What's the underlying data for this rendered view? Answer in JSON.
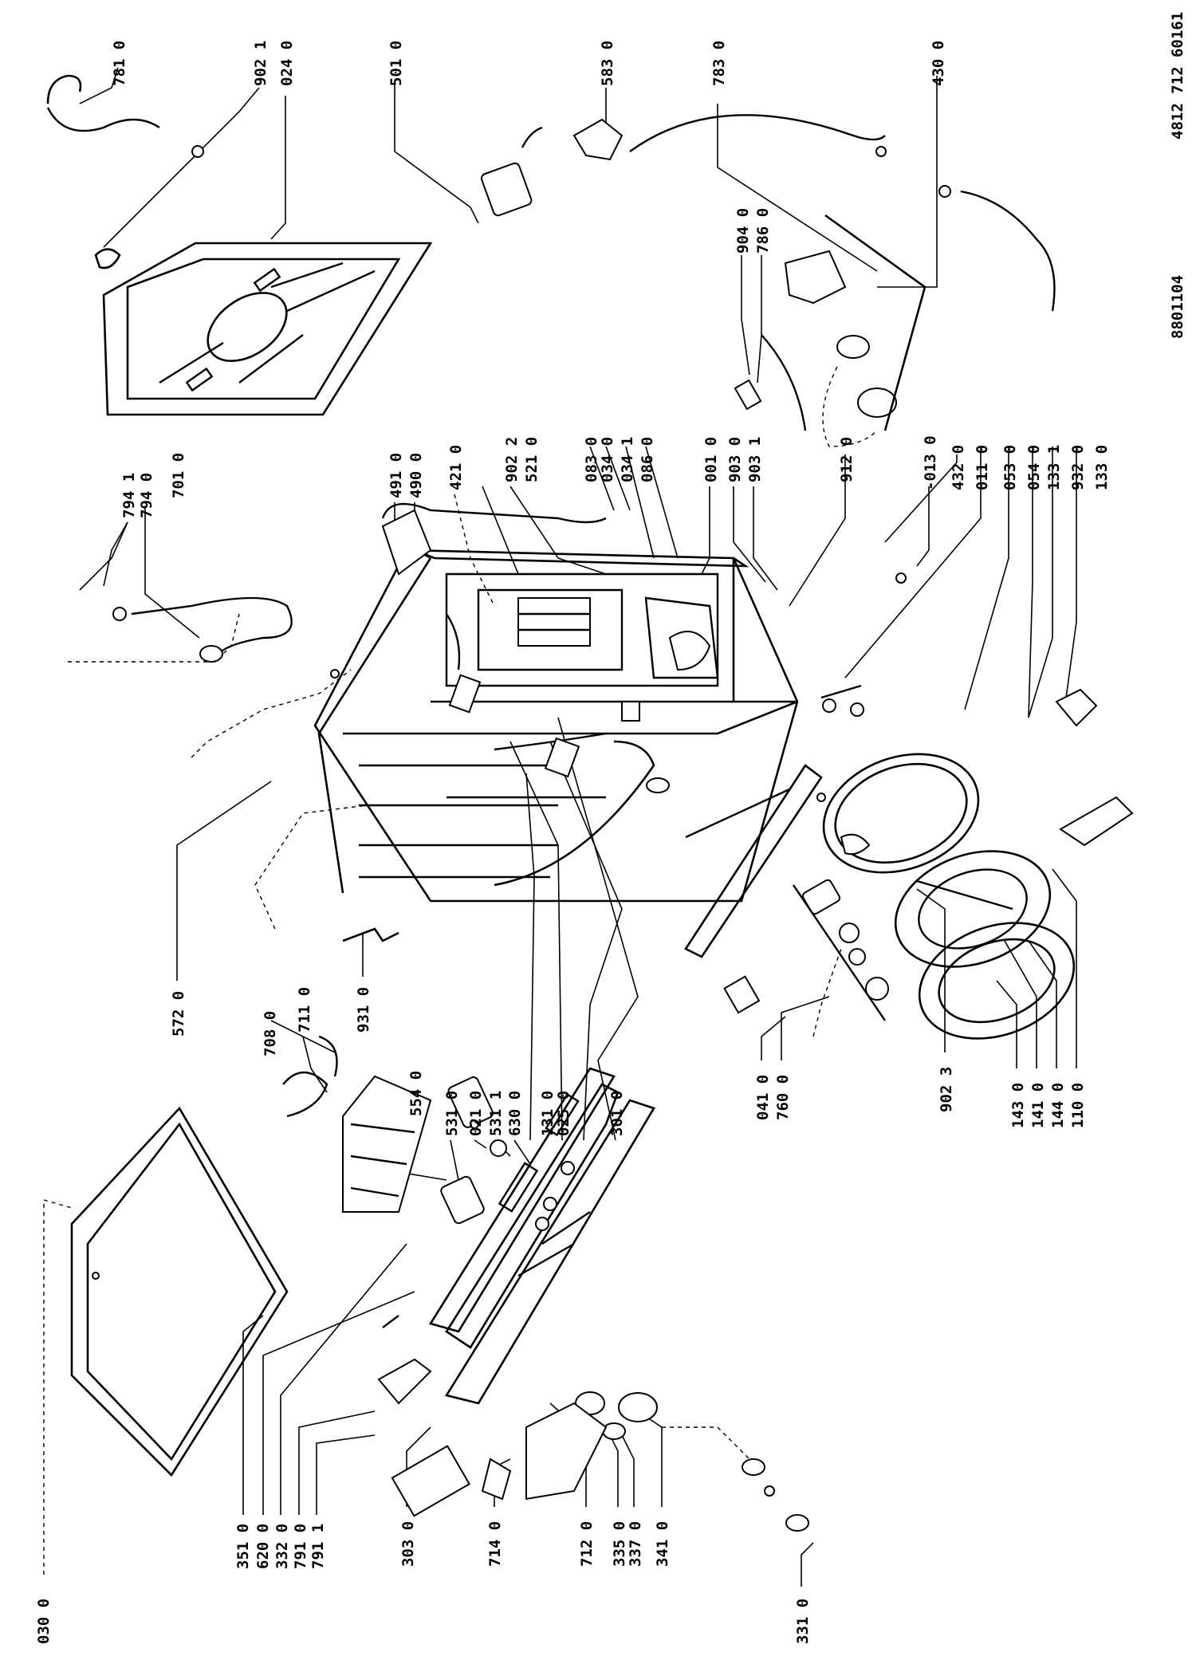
{
  "document": {
    "ref_codes": [
      "8801104",
      "4812 712 60161"
    ]
  },
  "parts": {
    "p0300": "030 0",
    "p3510": "351 0",
    "p6200": "620 0",
    "p3320": "332 0",
    "p7910": "791 0",
    "p7911": "791 1",
    "p3030": "303 0",
    "p7140": "714 0",
    "p7120": "712 0",
    "p3350": "335 0",
    "p3370": "337 0",
    "p3410": "341 0",
    "p3310": "331 0",
    "p5720": "572 0",
    "p7080": "708 0",
    "p7110": "711 0",
    "p9310": "931 0",
    "p5540": "554 0",
    "p5310": "531 0",
    "p0210": "021 0",
    "p5311": "531 1",
    "p6300": "630 0",
    "p1310": "131 0",
    "p0250": "025 0",
    "p3010": "301 0",
    "p0410": "041 0",
    "p7600": "760 0",
    "p9023": "902 3",
    "p1430": "143 0",
    "p1410": "141 0",
    "p1440": "144 0",
    "p1100": "110 0",
    "p7941": "794 1",
    "p7940": "794 0",
    "p7010": "701 0",
    "p4910": "491 0",
    "p4900": "490 0",
    "p4210": "421 0",
    "p9022": "902 2",
    "p5210": "521 0",
    "p0830": "083 0",
    "p0340": "034 0",
    "p0341": "034 1",
    "p0860": "086 0",
    "p0010": "001 0",
    "p9030": "903 0",
    "p9031": "903 1",
    "p9120": "912 0",
    "p0130": "-013 0",
    "p4320": "432 0",
    "p0110": "011 0",
    "p0530": "053 0",
    "p0540": "054 0",
    "p1331": "133 1",
    "p9320": "932 0",
    "p1330": "133 0",
    "p7810": "781 0",
    "p9021": "902 1",
    "p0240": "024 0",
    "p5010": "501 0",
    "p5830": "583 0",
    "p7830": "783 0",
    "p4300": "430 0",
    "p9040": "904 0",
    "p7860": "786 0"
  }
}
